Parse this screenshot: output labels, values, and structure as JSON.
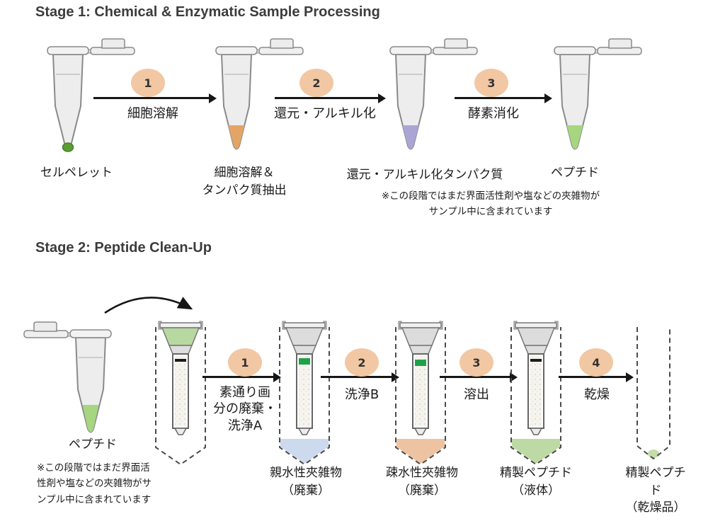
{
  "stage1": {
    "title": "Stage 1: Chemical & Enzymatic Sample Processing",
    "steps": [
      {
        "num": "1",
        "label": "細胞溶解"
      },
      {
        "num": "2",
        "label": "還元・アルキル化"
      },
      {
        "num": "3",
        "label": "酵素消化"
      }
    ],
    "tube_labels": [
      "セルペレット",
      "細胞溶解＆\nタンパク質抽出",
      "還元・アルキル化タンパク質",
      "ペプチド"
    ],
    "note": "※この段階ではまだ界面活性剤や塩などの夾雑物が\nサンプル中に含まれています"
  },
  "stage2": {
    "title": "Stage 2: Peptide Clean-Up",
    "input_tube_label": "ペプチド",
    "note": "※この段階ではまだ界面活\n性剤や塩などの夾雑物がサ\nンプル中に含まれています",
    "steps": [
      {
        "num": "1",
        "label": "素通り画\n分の廃棄・\n洗浄A"
      },
      {
        "num": "2",
        "label": "洗浄B"
      },
      {
        "num": "3",
        "label": "溶出"
      },
      {
        "num": "4",
        "label": "乾燥"
      }
    ],
    "output_labels": [
      "親水性夾雑物\n（廃棄）",
      "疎水性夾雑物\n（廃棄）",
      "精製ペプチド\n（液体）",
      "精製ペプチド\n（乾燥品）"
    ]
  },
  "colors": {
    "step_badge": "#f2c7a3",
    "pellet_green": "#5a9e33",
    "pellet_stroke": "#47812a",
    "lysate_orange": "#e3a566",
    "alkylated_lavender": "#a9a6d6",
    "peptide_green": "#a6d67f",
    "funnel_green": "#b8d8a2",
    "resin_band_green": "#1fa14a",
    "resin_band_black": "#1a1a1a",
    "flowthrough_blue": "#cdd9ec",
    "washb_orange": "#eec3a2",
    "eluate_green": "#bddaa5",
    "dried_green": "#c3dcab"
  }
}
